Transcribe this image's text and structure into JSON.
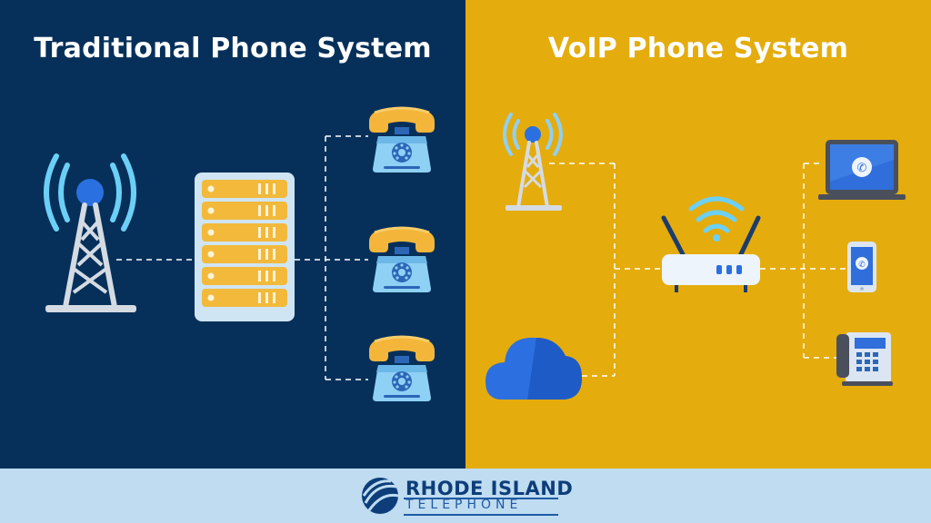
{
  "left_panel": {
    "title": "Traditional Phone System"
  },
  "right_panel": {
    "title": "VoIP Phone System"
  },
  "footer": {
    "brand_main": "RHODE ISLAND",
    "brand_sub": "TELEPHONE"
  },
  "colors": {
    "left_bg": "#06305a",
    "right_bg": "#e4ac0d",
    "footer_bg": "#bfdcf1",
    "accent_blue": "#2b70e0",
    "light_blue": "#8fd0f5",
    "server_gold": "#f2b93b",
    "handset_yellow": "#f4b63a"
  },
  "icons": {
    "left": [
      "cell-tower-icon",
      "server-rack-icon",
      "desk-phone-icon",
      "desk-phone-icon",
      "desk-phone-icon"
    ],
    "right": [
      "cell-tower-icon",
      "cloud-icon",
      "wifi-router-icon",
      "laptop-icon",
      "smartphone-icon",
      "ip-desk-phone-icon"
    ]
  }
}
